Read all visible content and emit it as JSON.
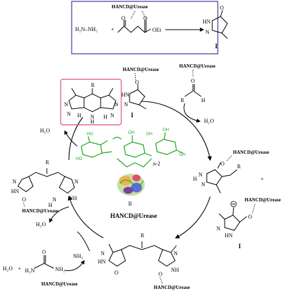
{
  "labels": {
    "catalyst": "HANCD@Urease",
    "compound": "I",
    "water": "H₂O",
    "ammonia": "NH₃",
    "hydrazine": "H₂N–NH₂",
    "plus": "+",
    "ester": "OEt",
    "center_catalyst": "HANCD@Urease",
    "center_repeat": "n-2",
    "center_marker": "II",
    "aldehyde_r": "R",
    "aldehyde_h": "H"
  },
  "colors": {
    "box_top": "#3b3b9e",
    "box_product": "#e0506a",
    "cyclodextrin": "#1fa51f",
    "enzyme": "#7a3fa0"
  }
}
